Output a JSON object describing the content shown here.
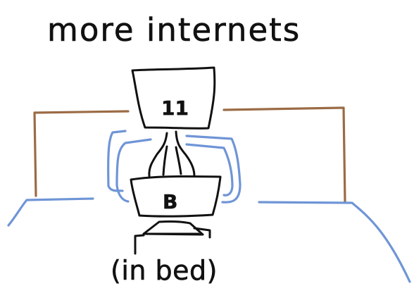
{
  "title": "more internets",
  "caption": "(in bed)",
  "screen_mark": "11",
  "laptop_mark": "B",
  "colors": {
    "ink": "#111111",
    "bed_frame": "#9b6b45",
    "sheet": "#6f95d6",
    "background": "#ffffff"
  },
  "icons": {
    "monitor": "monitor-icon",
    "laptop": "laptop-icon",
    "person": "person-icon",
    "bed": "bed-icon"
  }
}
